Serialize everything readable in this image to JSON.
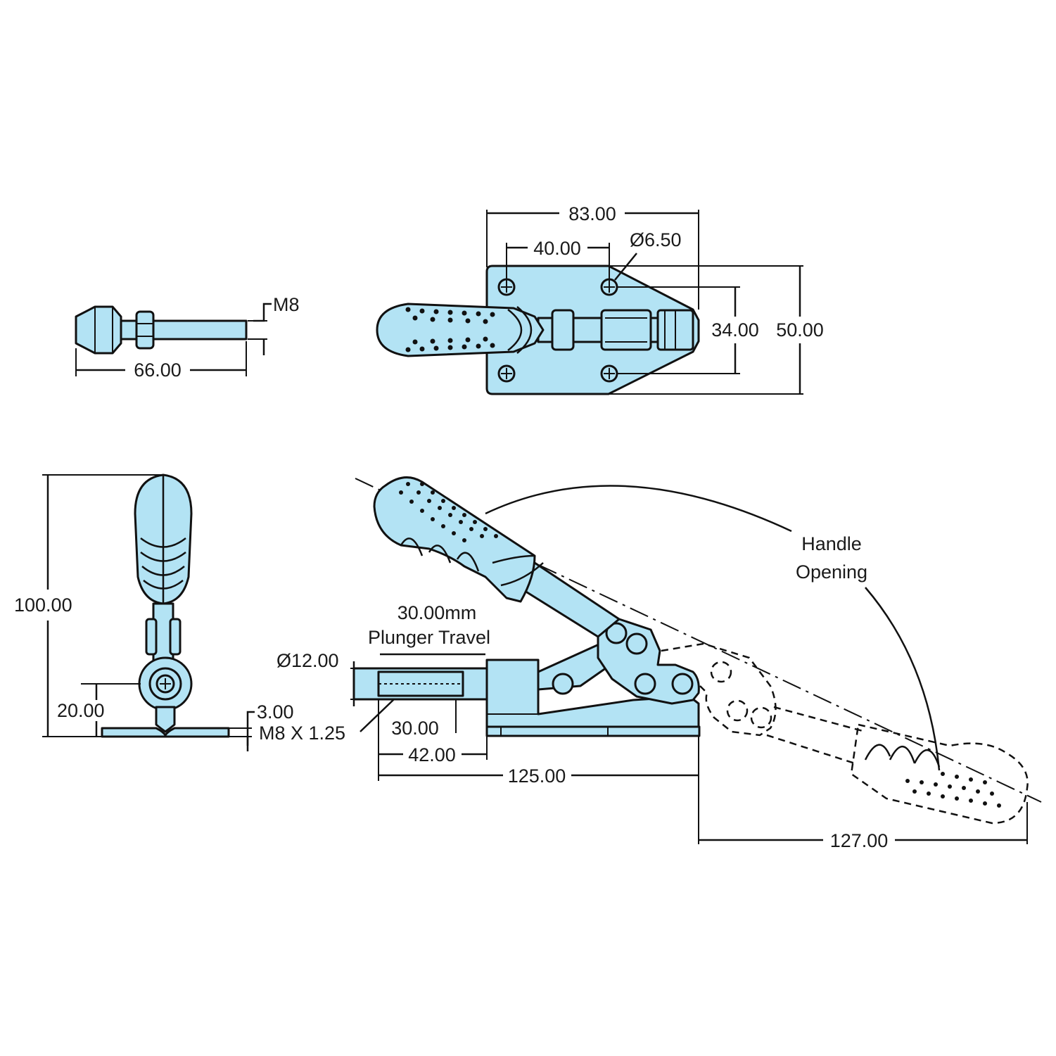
{
  "colors": {
    "part_fill": "#b3e3f4",
    "line": "#111111",
    "background": "#ffffff"
  },
  "end_view": {
    "thread": "M8",
    "length": "66.00"
  },
  "top_view": {
    "overall_length": "83.00",
    "hole_spacing": "40.00",
    "hole_diameter": "Ø6.50",
    "inner_width": "34.00",
    "overall_width": "50.00"
  },
  "front_view": {
    "height": "100.00",
    "base_offset": "20.00",
    "thickness": "3.00"
  },
  "side_view": {
    "stroke_value": "30.00mm",
    "stroke_label": "Plunger Travel",
    "plunger_diameter": "Ø12.00",
    "thread": "M8 X 1.25",
    "thread_length": "30.00",
    "plunger_extension": "42.00",
    "overall_length": "125.00",
    "open_length": "127.00",
    "handle_label_1": "Handle",
    "handle_label_2": "Opening"
  }
}
